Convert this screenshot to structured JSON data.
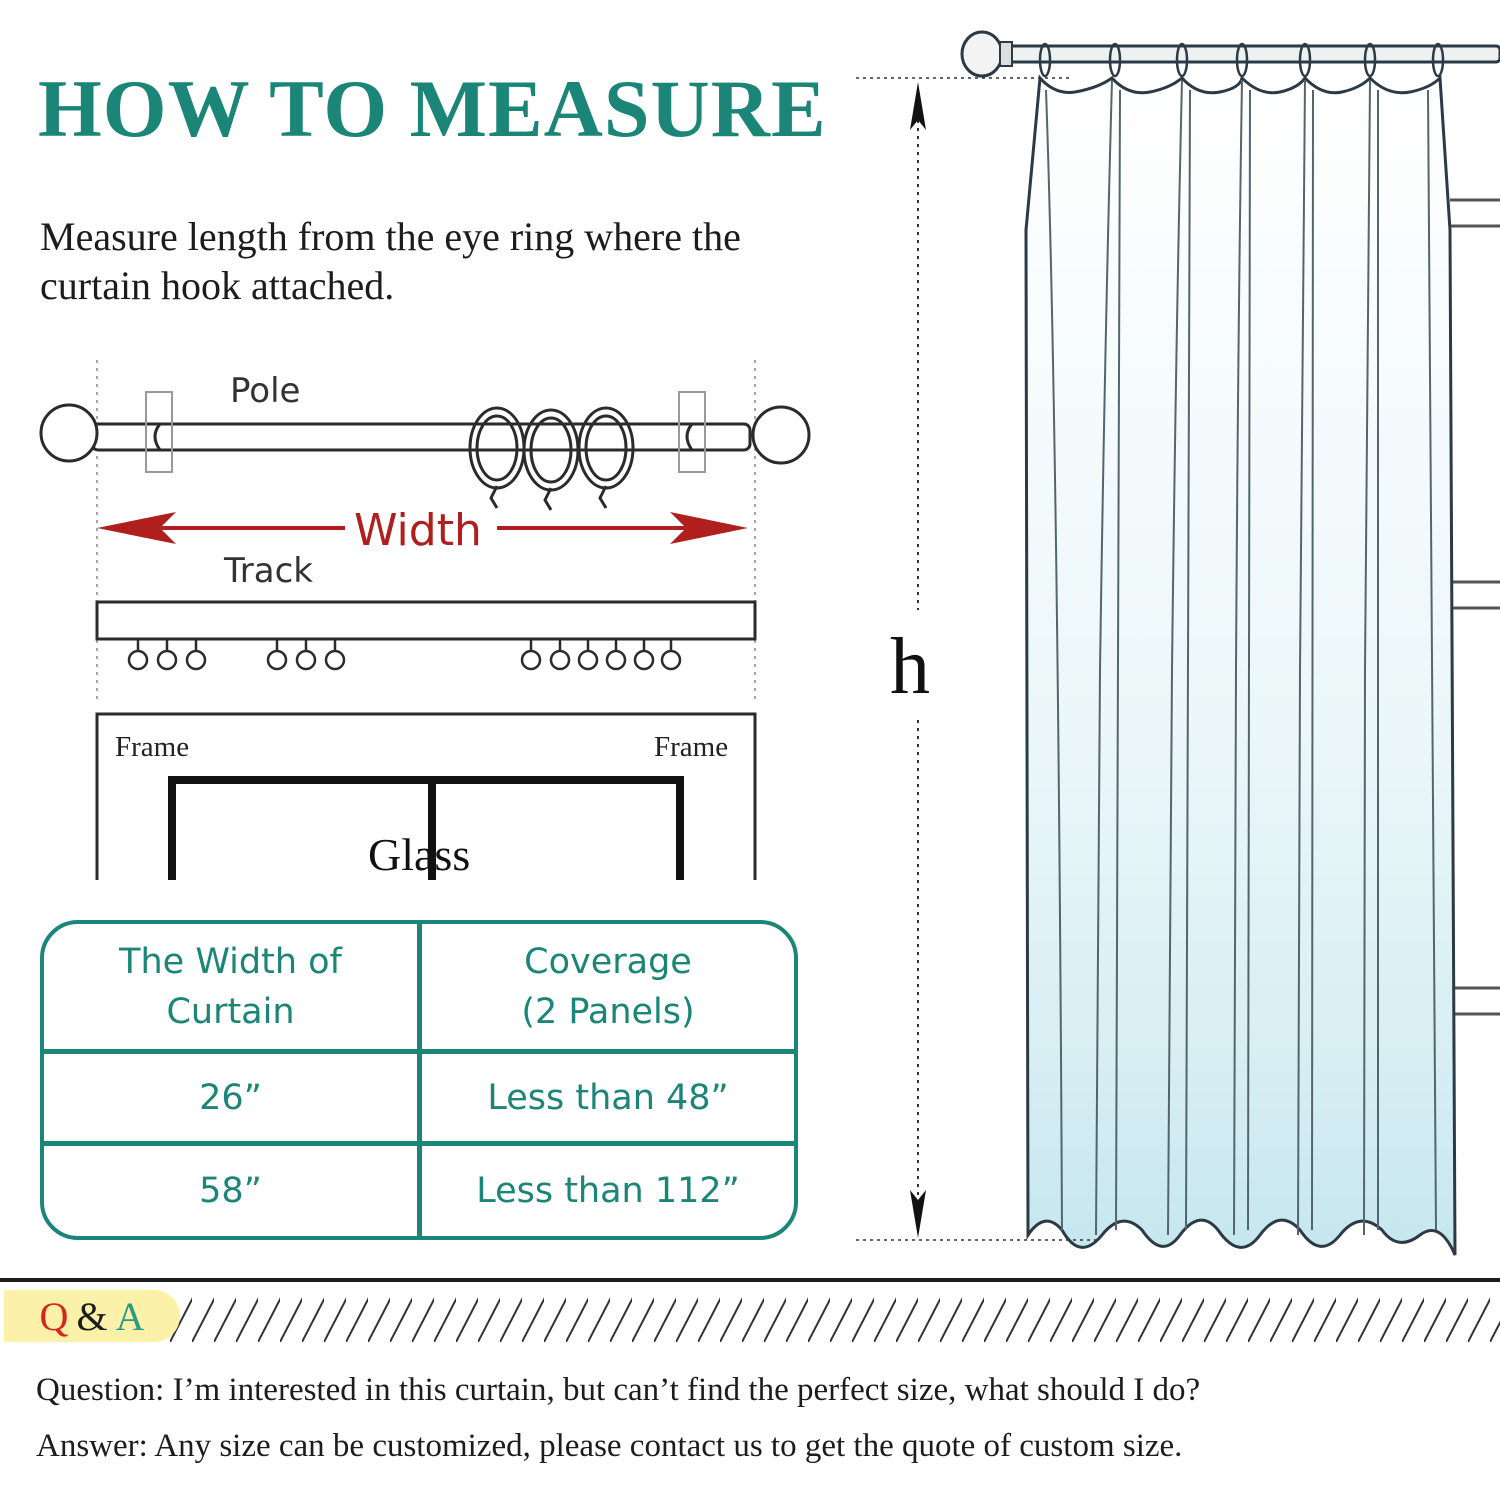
{
  "title": "HOW TO MEASURE",
  "intro": "Measure length from the eye ring where the curtain hook attached.",
  "diagram": {
    "pole_label": "Pole",
    "width_label": "Width",
    "track_label": "Track",
    "frame_left_label": "Frame",
    "frame_right_label": "Frame",
    "glass_label": "Glass",
    "height_label": "h",
    "colors": {
      "width_arrow": "#b01e1e",
      "accent": "#1b8578",
      "curtain_fill": "#cfe9ef"
    }
  },
  "size_table": {
    "headers": [
      "The Width of\nCurtain",
      "Coverage\n(2 Panels)"
    ],
    "rows": [
      [
        "26”",
        "Less than 48”"
      ],
      [
        "58”",
        "Less than 112”"
      ]
    ]
  },
  "qa": {
    "badge_q": "Q",
    "badge_amp": "&",
    "badge_a": "A",
    "question": "Question: I’m interested in this curtain, but can’t find the perfect size, what should I do?",
    "answer": "Answer: Any size can be customized, please contact us to get the quote of custom size."
  }
}
